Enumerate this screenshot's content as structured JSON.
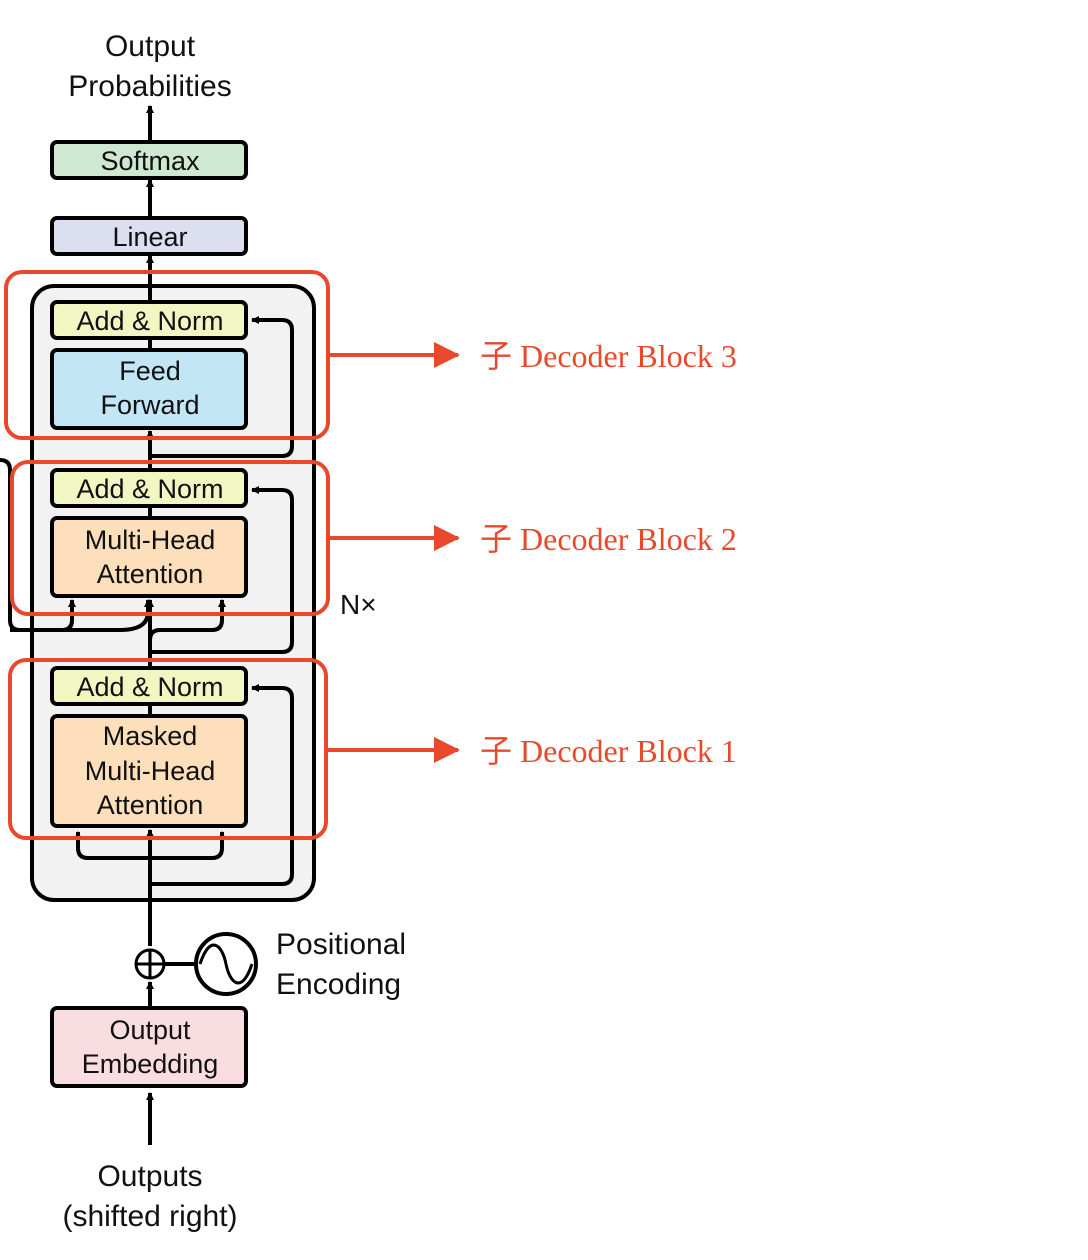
{
  "top_label": [
    "Output",
    "Probabilities"
  ],
  "bottom_label": [
    "Outputs",
    "(shifted right)"
  ],
  "softmax": "Softmax",
  "linear": "Linear",
  "add_norm": "Add & Norm",
  "feed_forward": [
    "Feed",
    "Forward"
  ],
  "multi_head_attention": [
    "Multi-Head",
    "Attention"
  ],
  "masked_multi_head_attention": [
    "Masked",
    "Multi-Head",
    "Attention"
  ],
  "output_embedding": [
    "Output",
    "Embedding"
  ],
  "positional_encoding": [
    "Positional",
    "Encoding"
  ],
  "repeat_label": "N×",
  "callouts": [
    "子 Decoder Block 3",
    "子 Decoder Block 2",
    "子 Decoder Block 1"
  ],
  "colors": {
    "softmax": "#cfe8d1",
    "linear": "#dcdff0",
    "add_norm": "#f2f6c2",
    "feed_forward": "#c2e6f6",
    "attention": "#fde0bb",
    "embedding": "#fadde1",
    "stack_bg": "#f2f2f2",
    "callout": "#e8492d"
  }
}
